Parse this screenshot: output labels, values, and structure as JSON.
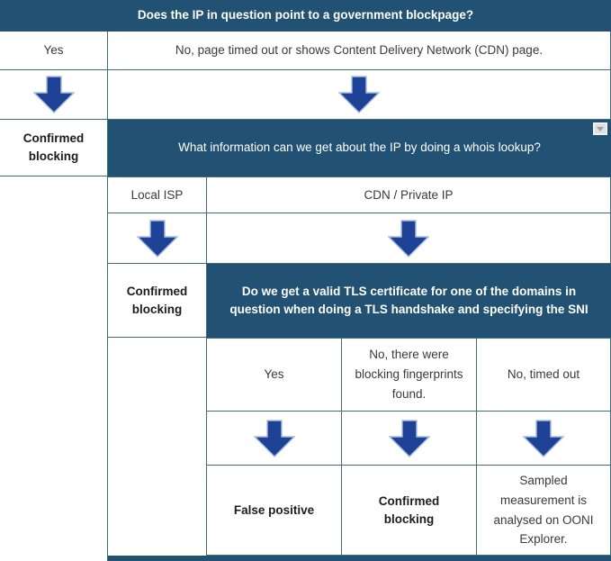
{
  "colors": {
    "header_blue": "#215173",
    "arrow_blue": "#1e4296",
    "arrow_edge": "#a5bce6",
    "border_teal": "#3f6e7a"
  },
  "flow": {
    "q1": "Does the IP in question point to a government blockpage?",
    "q1_yes": "Yes",
    "q1_no": "No, page timed out or shows Content Delivery Network (CDN) page.",
    "confirmed_1": "Confirmed blocking",
    "q2": "What information can we get about the IP by doing a whois lookup?",
    "q2_local": "Local ISP",
    "q2_cdn": "CDN / Private IP",
    "confirmed_2": "Confirmed blocking",
    "q3": "Do we get a valid TLS certificate for one of the domains in question when doing a TLS handshake and specifying the SNI",
    "q3_yes": "Yes",
    "q3_fingerprints": "No, there were blocking fingerprints found.",
    "q3_timeout": "No, timed out",
    "false_positive": "False positive",
    "confirmed_3": "Confirmed blocking",
    "sampled": "Sampled measurement is analysed on OONI Explorer."
  }
}
